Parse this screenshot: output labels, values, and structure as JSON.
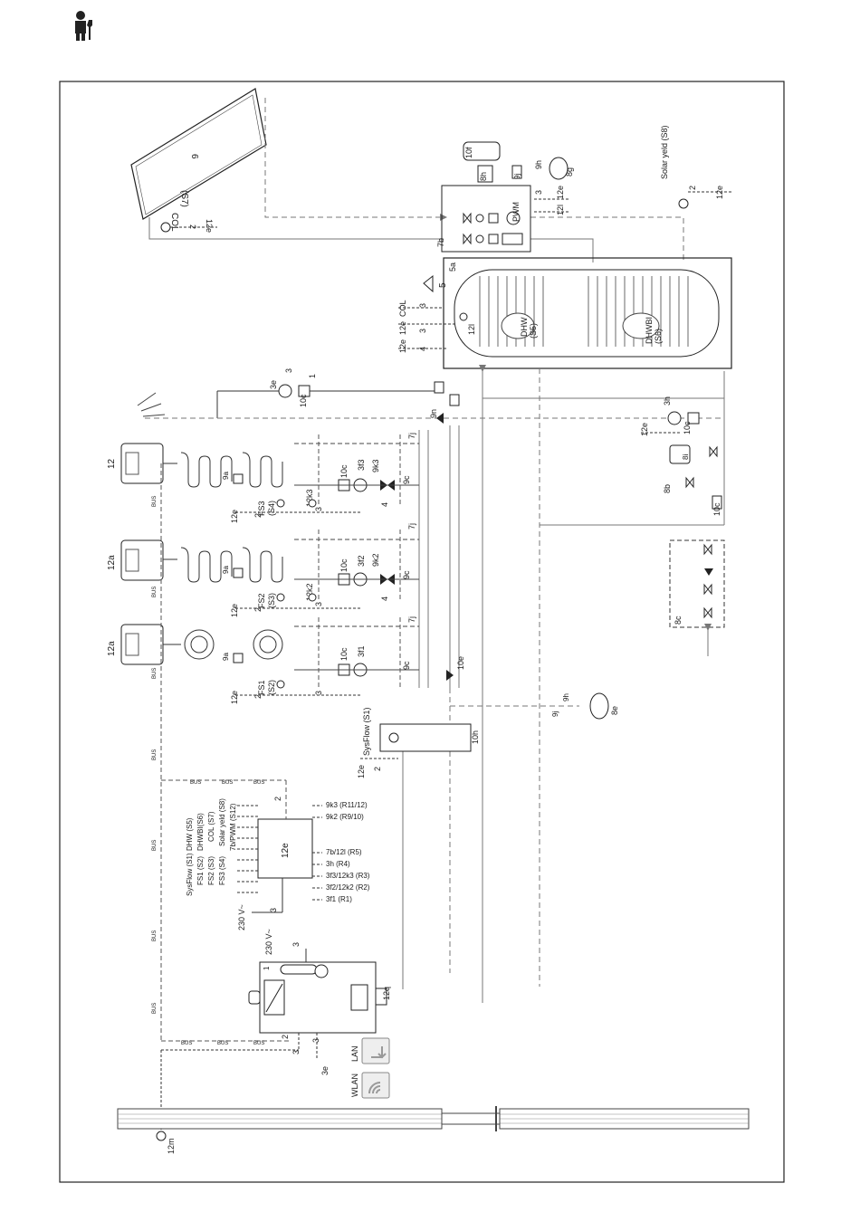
{
  "header": {
    "icon": "installer-wrench-icon"
  },
  "colors": {
    "line": "#333333",
    "flow": "#777777",
    "wall": "#555555"
  },
  "collector": {
    "number": "6",
    "sensor": "COL",
    "sensor_id": "(S7)",
    "wires": "2",
    "module": "12e"
  },
  "storage": {
    "id": "5a",
    "warning": "5",
    "col_label": "COL",
    "dhw": "DHW",
    "dhw_id": "(S5)",
    "dhwbi": "DHWBI",
    "dhwbi_id": "(S6)",
    "sensor_12l": "12l",
    "cable_12e": "12e",
    "wire_3": "3",
    "wire_4": "4"
  },
  "solar_station": {
    "id": "7b",
    "pwm": "PWM",
    "tank_10f": "10f",
    "box_8h": "8h",
    "box_9j": "9j",
    "valve_9h": "9h",
    "vessel_8g": "8g",
    "cable_12e": "12e",
    "cable_12l": "12l",
    "wire_3": "3"
  },
  "solar_yield": {
    "label": "Solar yeld (S8)",
    "wires": "2",
    "module": "12e"
  },
  "misc_top": {
    "pump_3e": "3e",
    "box_10c": "10c",
    "wire_1": "1",
    "wire_3": "3",
    "valve_9n": "9n"
  },
  "circuits": [
    {
      "controller": "12",
      "fs": "FS3",
      "sensor": "(S4)",
      "mix": "12k3",
      "pump": "3f3",
      "valve": "9k3",
      "box_10c": "10c",
      "box_9a": "9a",
      "valve_9c": "9c",
      "box_7j": "7j"
    },
    {
      "controller": "12a",
      "fs": "FS2",
      "sensor": "(S3)",
      "mix": "12k2",
      "pump": "3f2",
      "valve": "9k2",
      "box_10c": "10c",
      "box_9a": "9a",
      "valve_9c": "9c",
      "box_7j": "7j"
    },
    {
      "controller": "12a",
      "fs": "FS1",
      "sensor": "(S2)",
      "mix": "",
      "pump": "3f1",
      "valve": "",
      "box_10c": "10c",
      "box_9a": "9a",
      "valve_9c": "9c",
      "box_7j": "7j"
    }
  ],
  "wiring": {
    "w2": "2",
    "w3": "3",
    "w4": "4",
    "w1": "1",
    "cable": "12e"
  },
  "bus_label": "BUS",
  "dhw_loop": {
    "pump": "3h",
    "box_10c": "10c",
    "cable": "12e",
    "box_8i": "8i",
    "valve_8b": "8b",
    "box_10c_b": "10c",
    "box_8c": "8c"
  },
  "sysflow": {
    "label": "SysFlow (S1)",
    "separator": "10h",
    "wires": "2",
    "module": "12e",
    "valve_10e": "10e",
    "vessel_8e": "8e",
    "valve_9h": "9h",
    "valve_9j": "9j"
  },
  "module": {
    "id": "12e",
    "power": "230 V~",
    "power_wire": "3",
    "left": [
      "SysFlow (S1)",
      "FS1 (S2)",
      "FS2 (S3)",
      "FS3 (S4)",
      "DHW (S5)",
      "DHWBI(S6)",
      "COL (S7)",
      "Solar yeld (S8)",
      "7b/PWM (S12)"
    ],
    "right_top": [
      "9k3 (R11/12)",
      "9k2 (R9/10)"
    ],
    "right_bottom": [
      "7b/12l (R5)",
      "3h (R4)",
      "3f3/12k3 (R3)",
      "3f2/12k2 (R2)",
      "3f1 (R1)"
    ],
    "wire_2": "2"
  },
  "boiler": {
    "wire_1": "1",
    "power": "230 V~",
    "power_wire": "3",
    "sensor_12q": "12q",
    "wire_2": "2",
    "wire_3": "3",
    "wire_3b": "3",
    "box_3e": "3e"
  },
  "network": {
    "lan": "LAN",
    "wlan": "WLAN"
  },
  "outdoor": {
    "sensor": "12m"
  }
}
